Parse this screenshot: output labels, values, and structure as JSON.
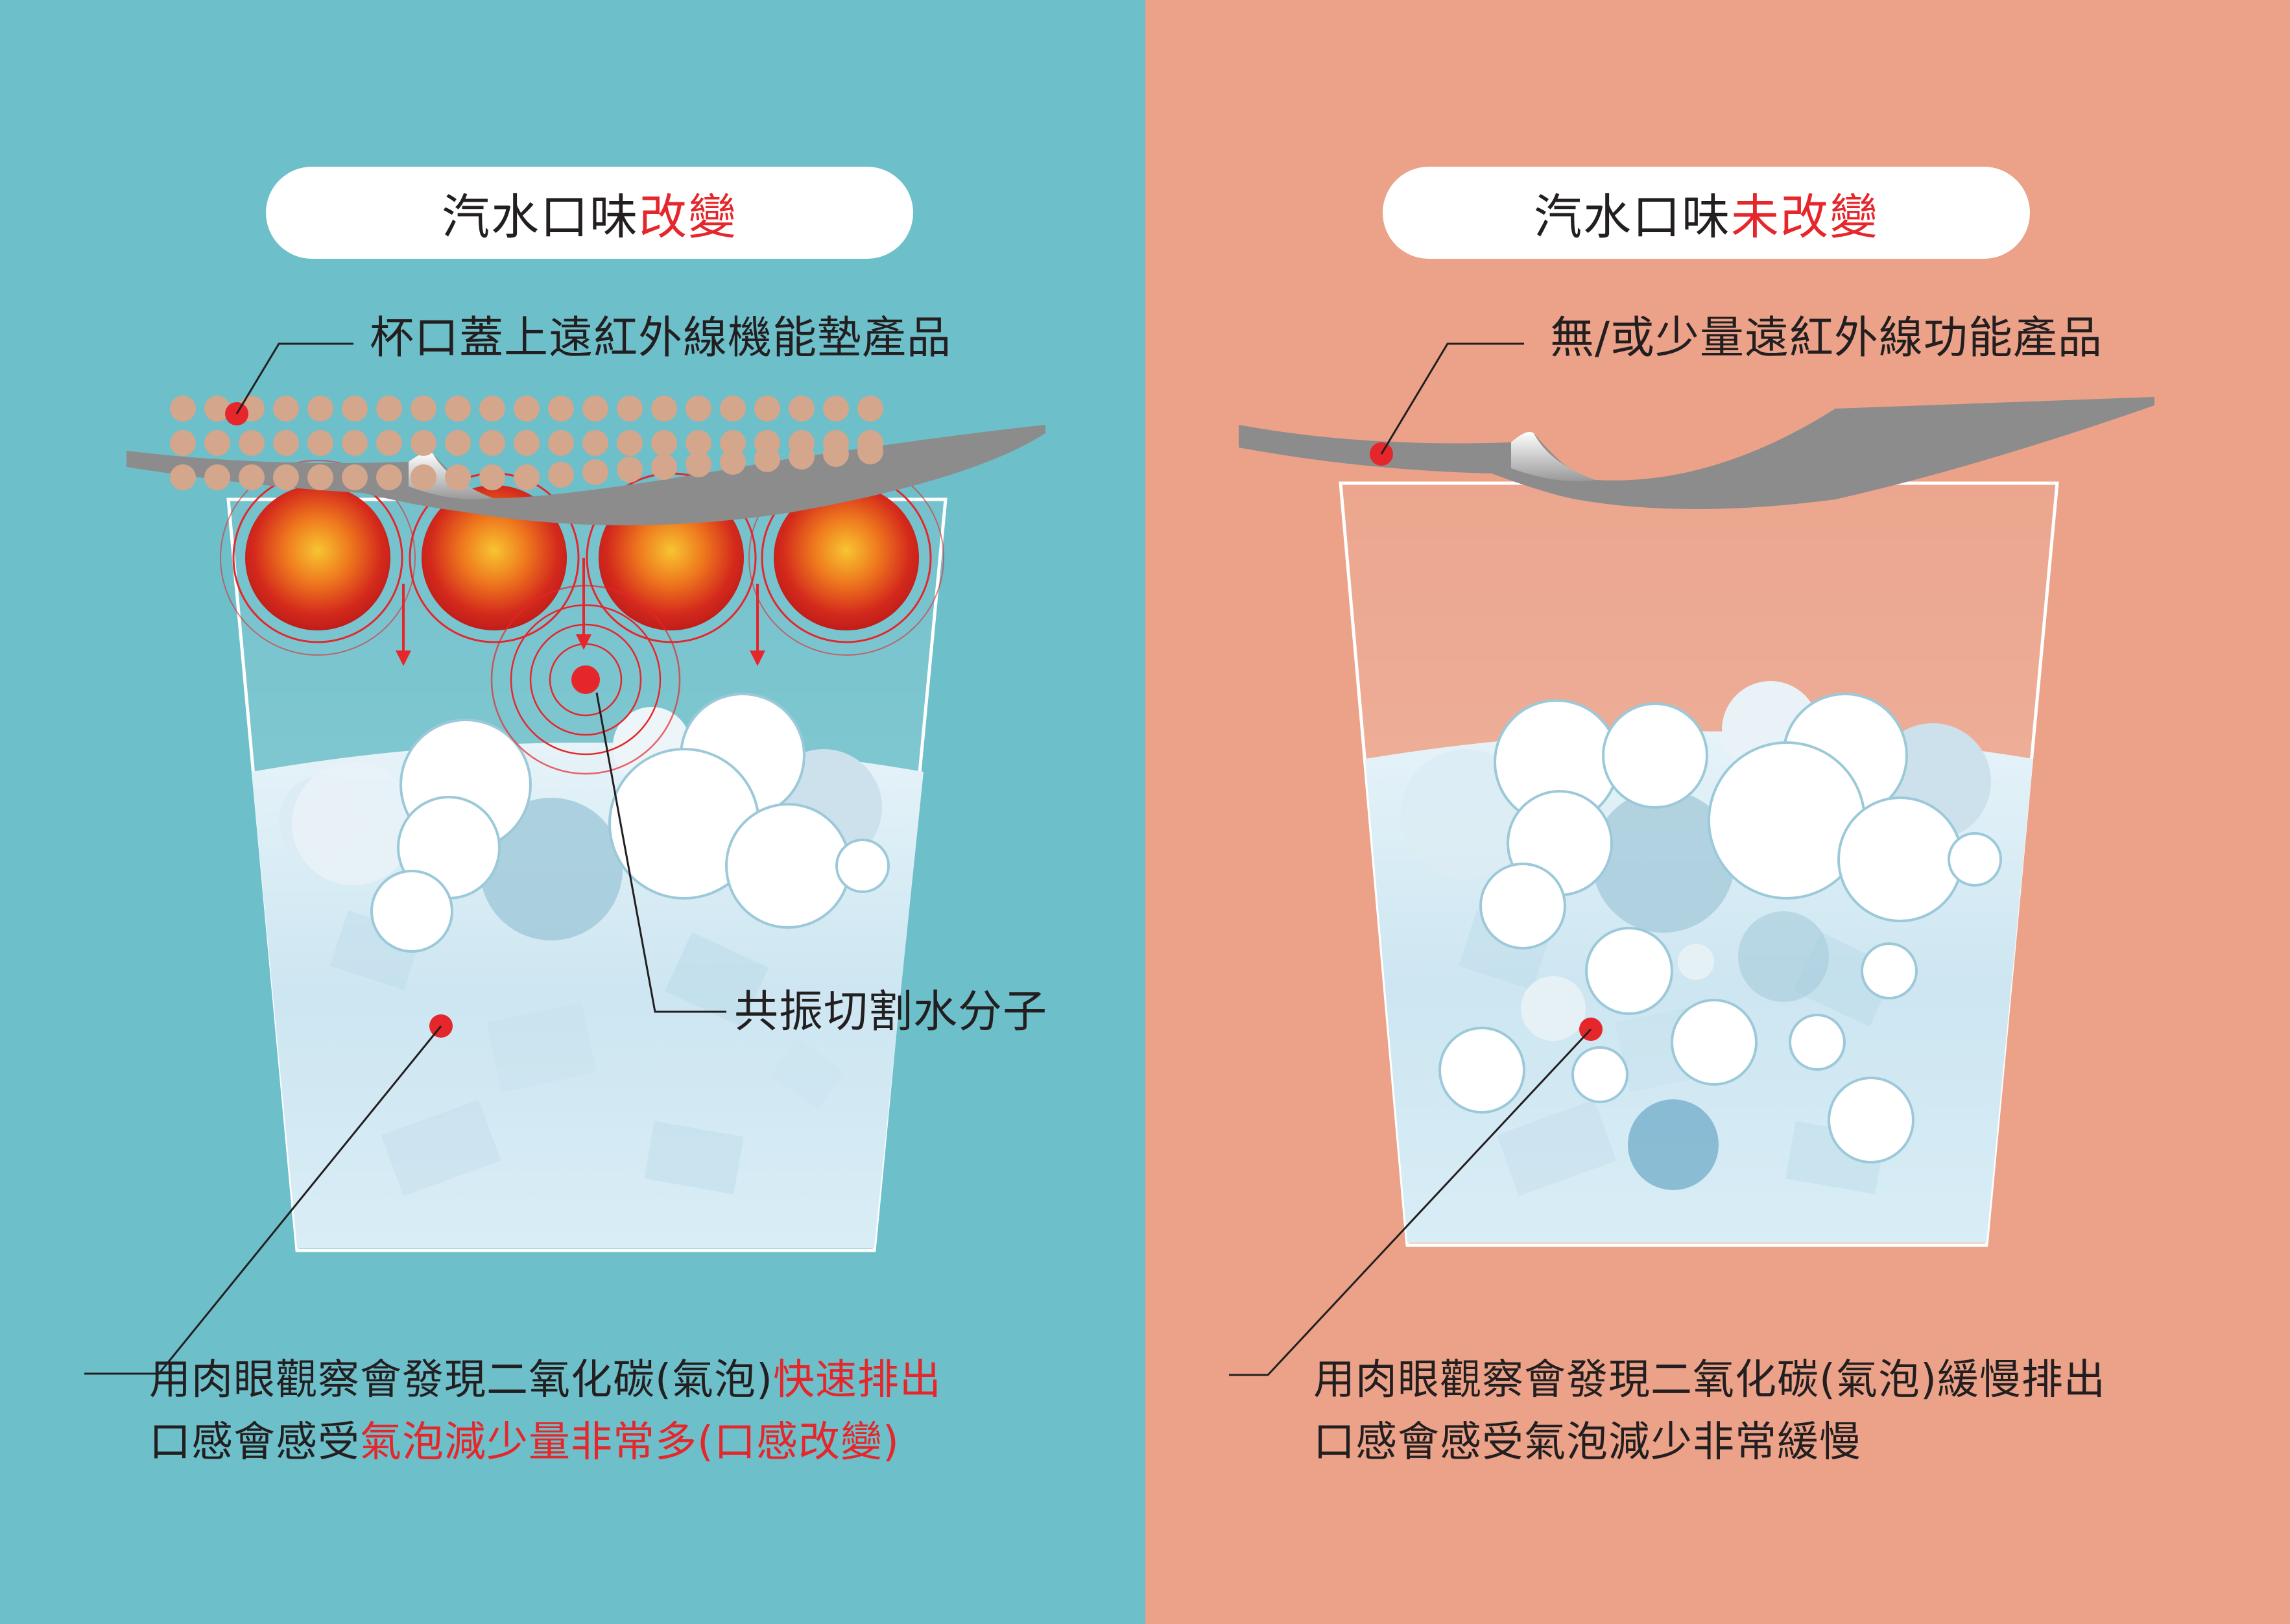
{
  "colors": {
    "left_bg": "#6dbfca",
    "right_bg": "#eba289",
    "accent_red": "#e5262b",
    "text": "#231f20",
    "mat_gray": "#8c8c8c",
    "dot_tan": "#d4a68c"
  },
  "left": {
    "title_plain": "汽水口味",
    "title_highlight": "改變",
    "mat_label": "杯口蓋上遠紅外線機能墊產品",
    "resonance_label": "共振切割水分子",
    "caption_line1_plain": "用肉眼觀察會發現二氧化碳(氣泡)",
    "caption_line1_highlight": "快速排出",
    "caption_line2_plain": "口感會感受",
    "caption_line2_highlight": "氣泡減少量非常多(口感改變)"
  },
  "right": {
    "title_plain": "汽水口味",
    "title_highlight": "未改變",
    "mat_label": "無/或少量遠紅外線功能產品",
    "caption_line1": "用肉眼觀察會發現二氧化碳(氣泡)緩慢排出",
    "caption_line2": "口感會感受氣泡減少非常緩慢"
  }
}
